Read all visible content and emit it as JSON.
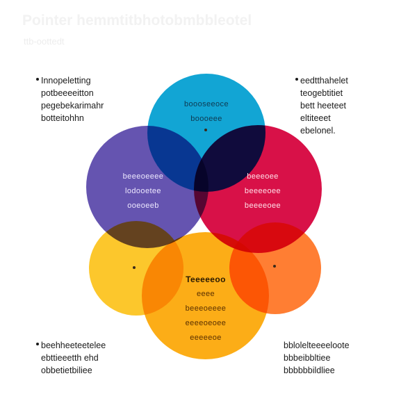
{
  "header": {
    "title": "Pointer hemmtitbhotobmbbleotel",
    "subtitle": "ttb-oottedt"
  },
  "colors": {
    "blue": "#12a5d4",
    "purple": "#6554b0",
    "crimson": "#d81148",
    "yellow": "#fcc72c",
    "orange": "#ff7e33",
    "amber": "#fcad17"
  },
  "circles": {
    "blue": {
      "lines": [
        "boooseeoce",
        "boooeee"
      ]
    },
    "purple": {
      "lines": [
        "beeeoeeee",
        "lodooetee",
        "ooeoeeb"
      ]
    },
    "crimson": {
      "lines": [
        "beeeoee",
        "beeeeoee",
        "beeeeoee"
      ]
    },
    "amber": {
      "heading": "Teeeeeoo",
      "lines": [
        "eeee",
        "beeeoeeee",
        "eeeeoeoee",
        "eeeeeoe"
      ]
    }
  },
  "notes": {
    "top_left": [
      "Innopeletting",
      "potbeeeeitton",
      "pegebekarimahr",
      "botteitohhn"
    ],
    "top_right": [
      "eedtthahelet",
      "teogebtitiet",
      "bett heeteet",
      "eltiteeet",
      "ebelonel."
    ],
    "bottom_left": [
      "beehheeteetelee",
      "ebttieeetth ehd",
      "obbetietbiliee"
    ],
    "bottom_right": [
      "bblolelteeeeloote",
      "bbbeibbltiee",
      "bbbbbbildliee"
    ]
  }
}
